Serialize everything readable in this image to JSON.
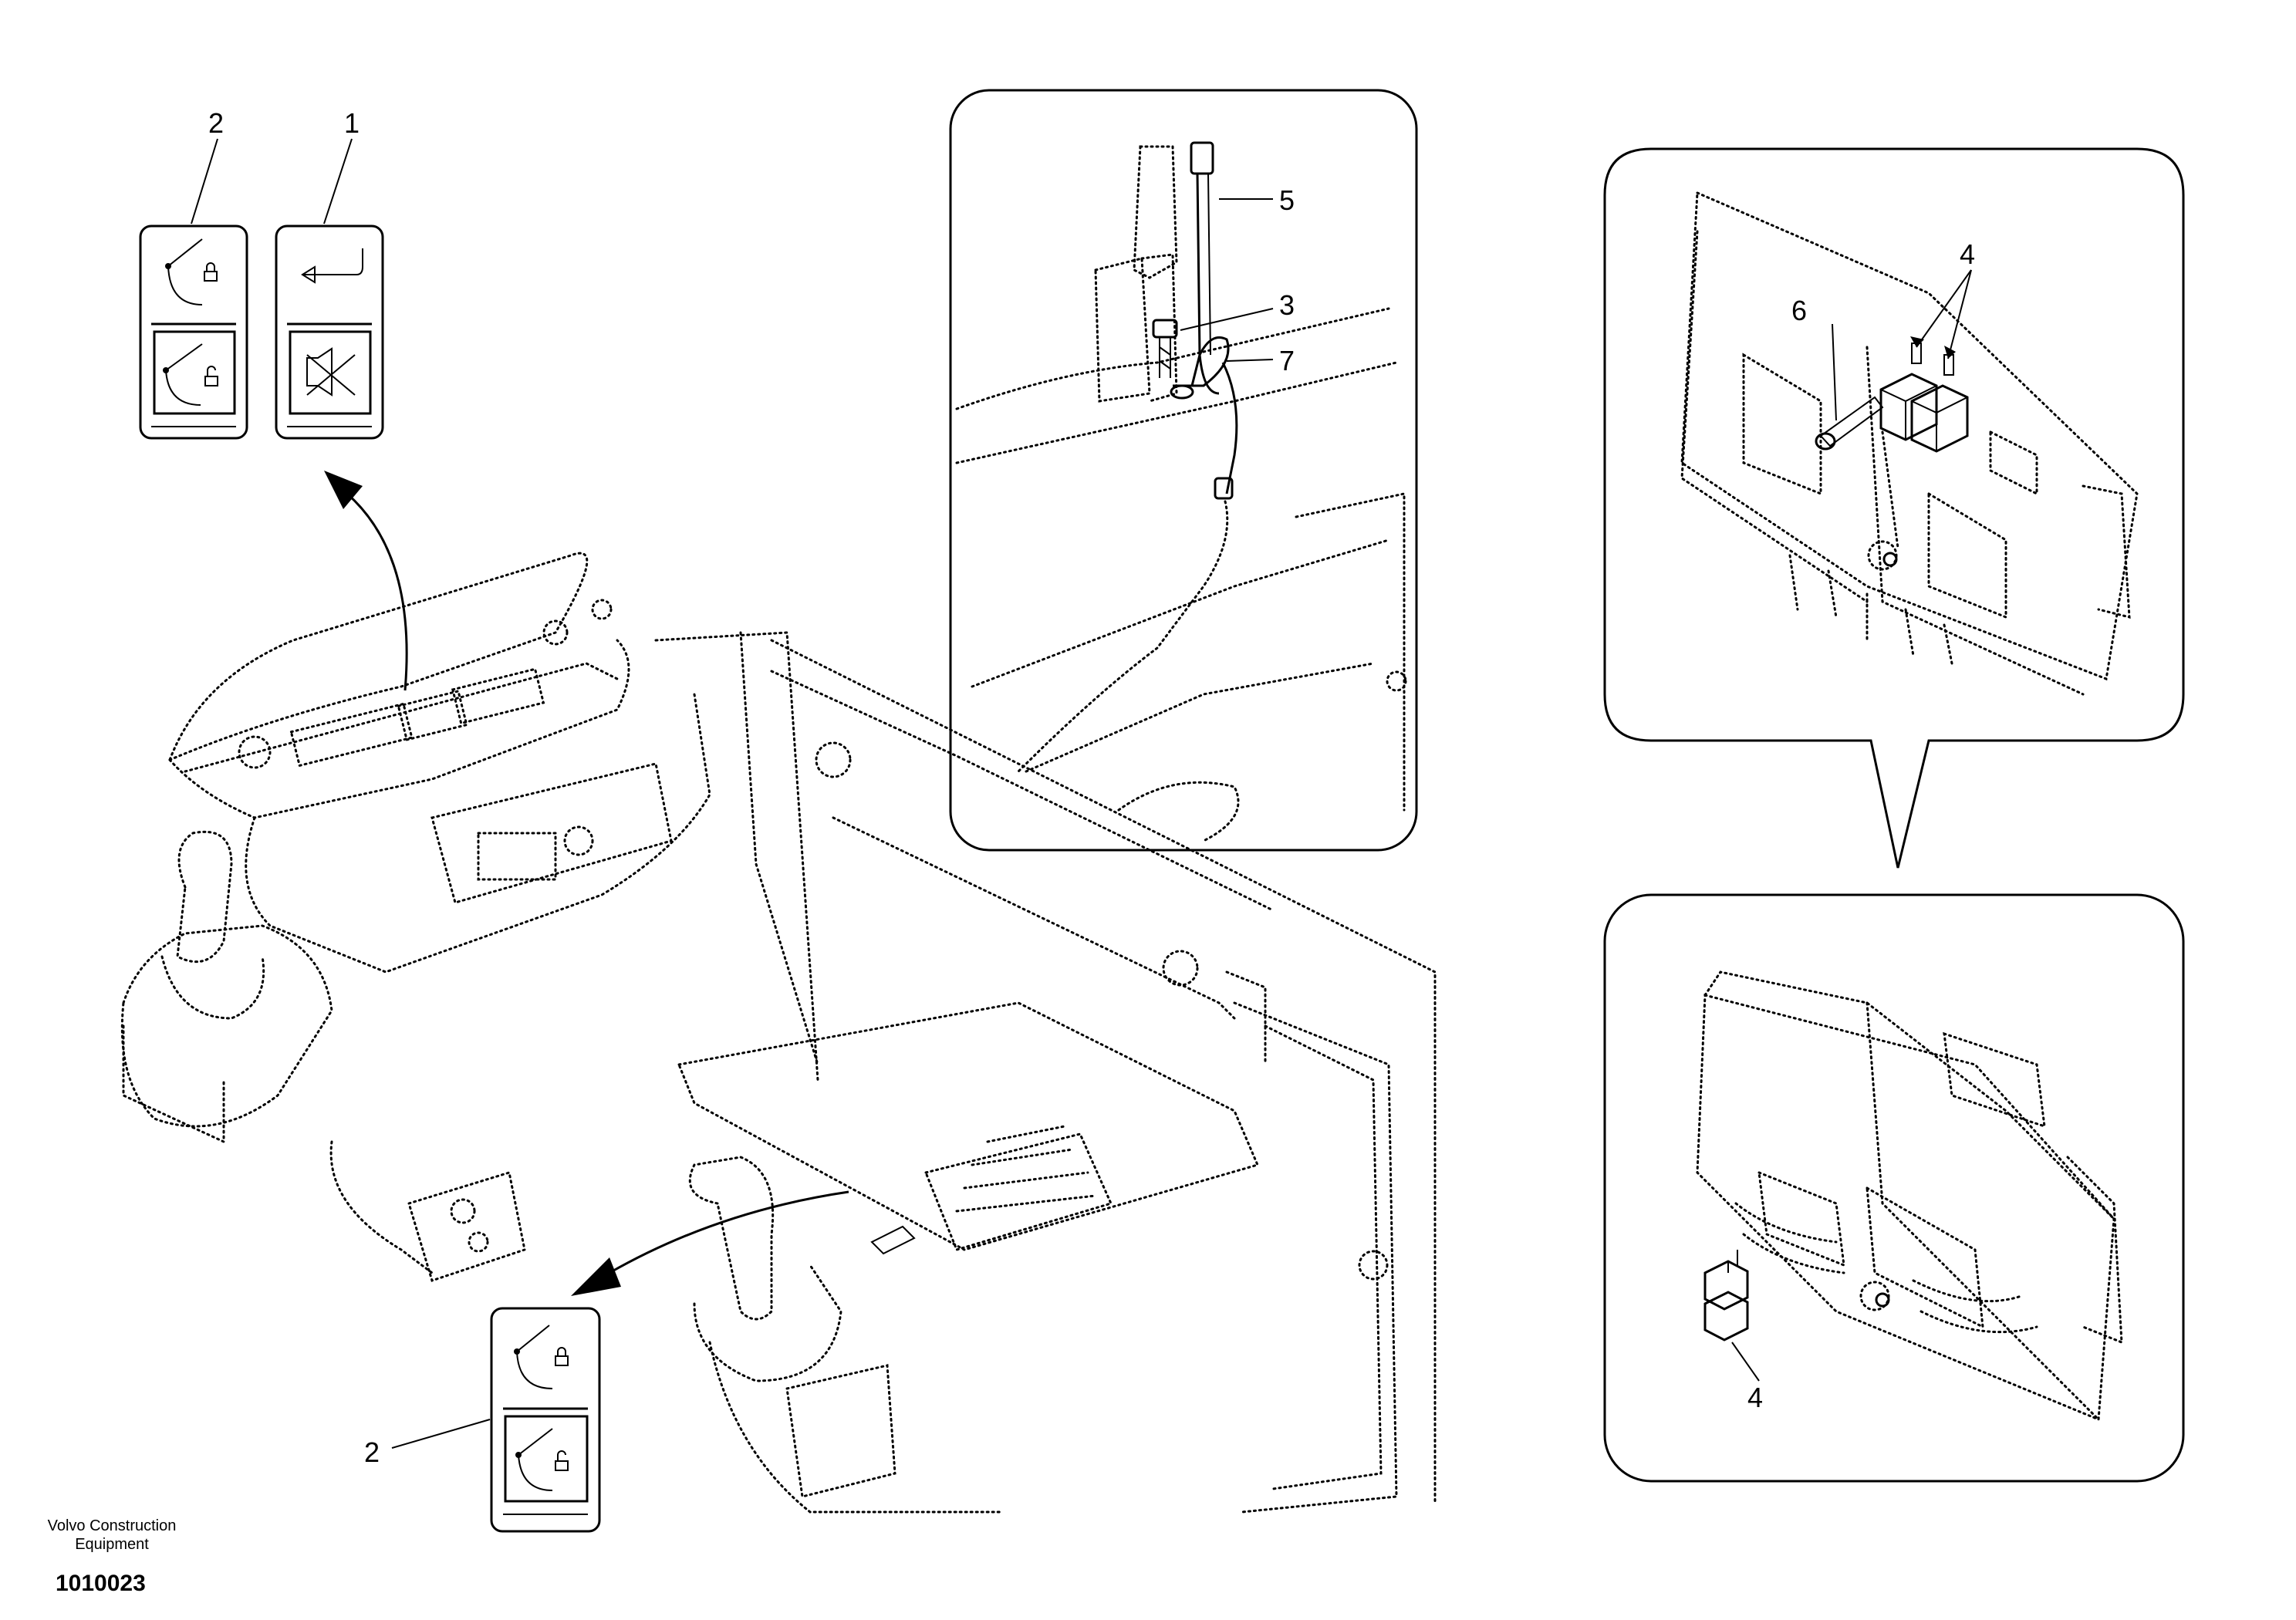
{
  "footer": {
    "company_line1": "Volvo Construction",
    "company_line2": "Equipment",
    "part_code": "1010023"
  },
  "callouts": {
    "c1": "1",
    "c2_top": "2",
    "c2_bottom": "2",
    "c3": "3",
    "c4_top": "4",
    "c4_bottom": "4",
    "c5": "5",
    "c6": "6",
    "c7": "7"
  },
  "icons": {
    "panel_1_top": "arrow-return-icon",
    "panel_1_bottom": "speaker-mute-icon",
    "panel_2_top": "lever-lock-icon",
    "panel_2_bottom": "lever-unlock-icon"
  }
}
